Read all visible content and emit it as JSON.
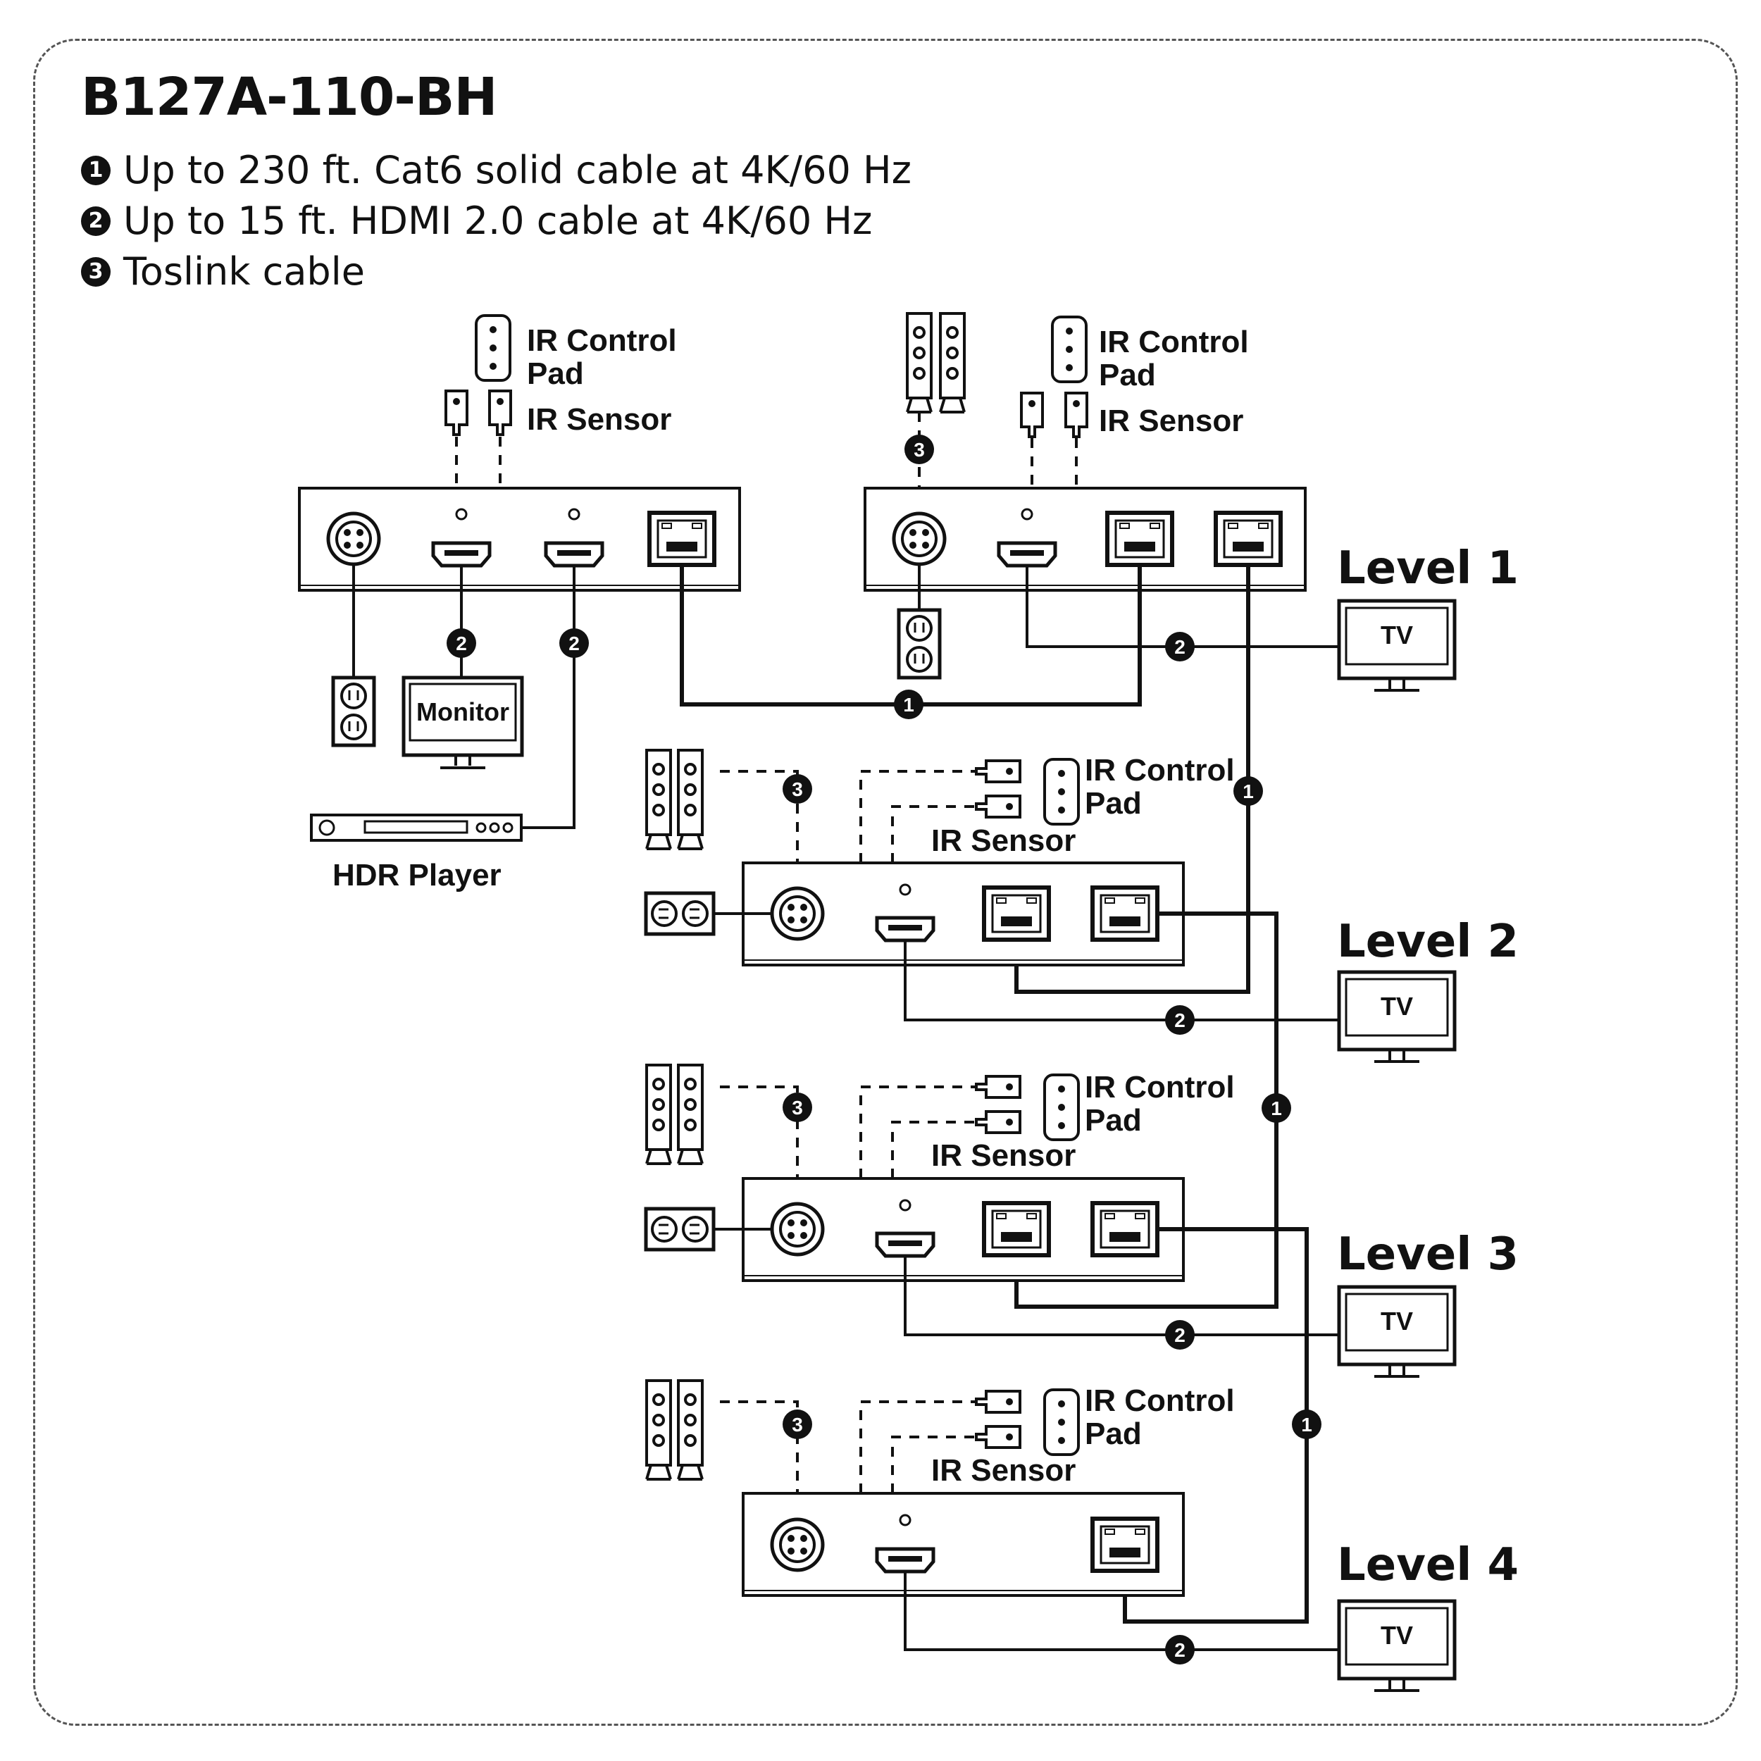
{
  "title": "B127A-110-BH",
  "legend": [
    {
      "badge": "1",
      "text": "Up to 230 ft. Cat6 solid cable at 4K/60 Hz"
    },
    {
      "badge": "2",
      "text": "Up to 15 ft. HDMI 2.0 cable at 4K/60 Hz"
    },
    {
      "badge": "3",
      "text": "Toslink cable"
    }
  ],
  "labels": {
    "ir_control_line1": "IR Control",
    "ir_control_line2": "Pad",
    "ir_sensor": "IR Sensor",
    "monitor": "Monitor",
    "hdr_player": "HDR Player",
    "tv": "TV"
  },
  "levels": [
    "Level 1",
    "Level 2",
    "Level 3",
    "Level 4"
  ],
  "cable_badges": {
    "cat6": "1",
    "hdmi": "2",
    "toslink": "3"
  }
}
